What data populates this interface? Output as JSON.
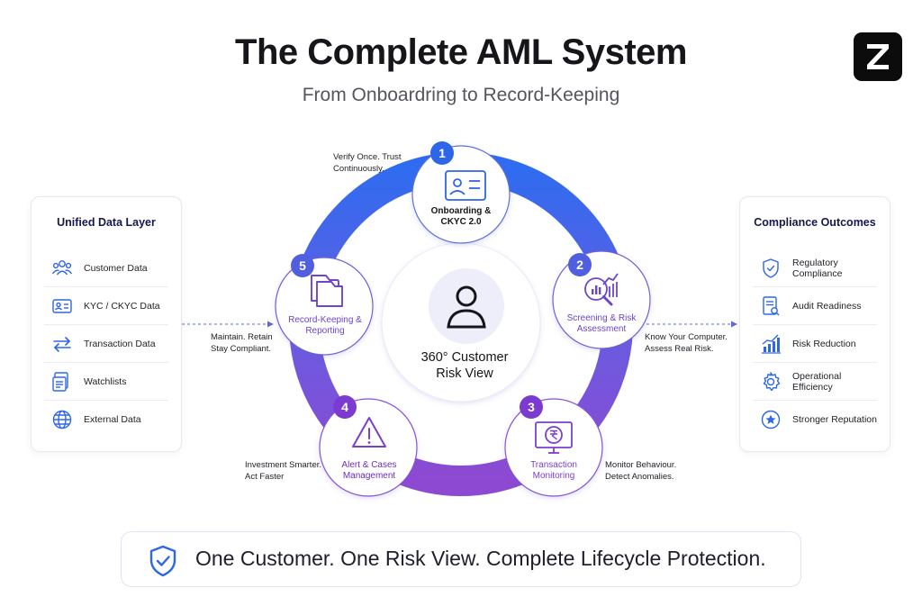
{
  "header": {
    "title": "The Complete AML System",
    "subtitle": "From Onboardring to Record-Keeping"
  },
  "brand": {
    "icon": "z-logo-icon"
  },
  "left_panel": {
    "title": "Unified Data Layer",
    "items": [
      {
        "label": "Customer Data",
        "icon": "users-icon"
      },
      {
        "label": "KYC / CKYC Data",
        "icon": "id-card-icon"
      },
      {
        "label": "Transaction Data",
        "icon": "transfer-arrows-icon"
      },
      {
        "label": "Watchlists",
        "icon": "document-list-icon"
      },
      {
        "label": "External Data",
        "icon": "globe-icon"
      }
    ]
  },
  "right_panel": {
    "title": "Compliance Outcomes",
    "items": [
      {
        "label": "Regulatory Compliance",
        "icon": "shield-check-icon"
      },
      {
        "label": "Audit Readiness",
        "icon": "audit-document-icon"
      },
      {
        "label": "Risk Reduction",
        "icon": "bar-chart-icon"
      },
      {
        "label": "Operational Efficiency",
        "icon": "gear-icon"
      },
      {
        "label": "Stronger Reputation",
        "icon": "star-badge-icon"
      }
    ]
  },
  "center": {
    "label": "360° Customer Risk View",
    "icon": "user-icon"
  },
  "steps": [
    {
      "number": "1",
      "label": "Onboarding & CKYC 2.0",
      "icon": "id-card-icon",
      "callout": "Verify Once. Trust Continuously."
    },
    {
      "number": "2",
      "label": "Screening & Risk Assessment",
      "icon": "search-analytics-icon",
      "callout": "Know Your Computer. Assess Real Risk."
    },
    {
      "number": "3",
      "label": "Transaction Monitoring",
      "icon": "monitor-rupee-icon",
      "callout": "Monitor Behaviour. Detect Anomalies."
    },
    {
      "number": "4",
      "label": "Alert & Cases Management",
      "icon": "warning-triangle-icon",
      "callout": "Investment Smarter. Act Faster"
    },
    {
      "number": "5",
      "label": "Record-Keeping & Reporting",
      "icon": "folder-icon",
      "callout": "Maintain. Retain Stay Compliant."
    }
  ],
  "tagline": {
    "text": "One Customer. One Risk View. Complete Lifecycle Protection.",
    "icon": "shield-check-icon"
  },
  "colors": {
    "ring_top": "#2f6cf0",
    "ring_bottom": "#8e49d2",
    "badge_blue": "#2e66e8",
    "badge_purple": "#7c3bd0",
    "heading": "#15184a"
  }
}
